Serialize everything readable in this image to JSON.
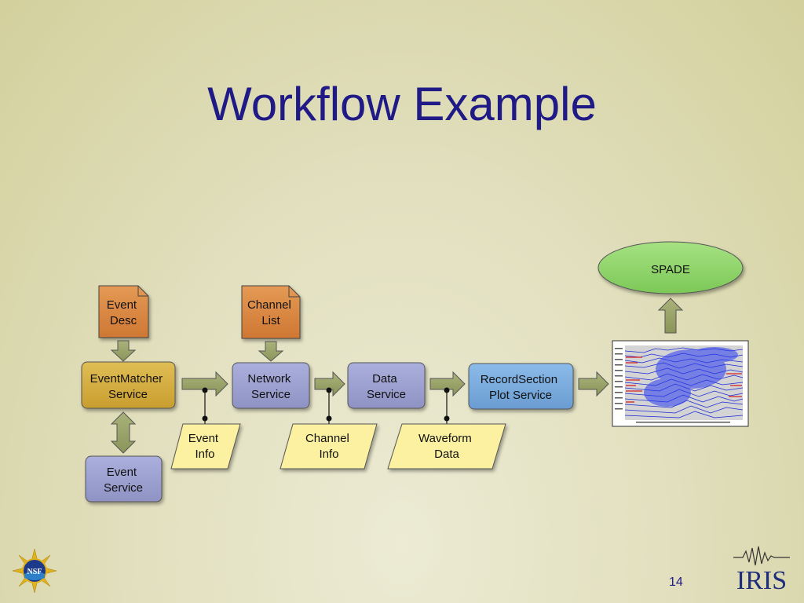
{
  "slide": {
    "title": "Workflow Example",
    "page_number": "14"
  },
  "nodes": {
    "event_desc": [
      "Event",
      "Desc"
    ],
    "channel_list": [
      "Channel",
      "List"
    ],
    "eventmatcher": [
      "EventMatcher",
      "Service"
    ],
    "network": [
      "Network",
      "Service"
    ],
    "data_service": [
      "Data",
      "Service"
    ],
    "recordsection": [
      "RecordSection",
      "Plot Service"
    ],
    "event_service": [
      "Event",
      "Service"
    ],
    "spade": "SPADE",
    "event_info": [
      "Event",
      "Info"
    ],
    "channel_info": [
      "Channel",
      "Info"
    ],
    "waveform_data": [
      "Waveform",
      "Data"
    ]
  },
  "logos": {
    "nsf": "NSF",
    "iris": "IRIS"
  },
  "colors": {
    "title": "#1f1a86",
    "document": "#d9843f",
    "eventmatcher": "#d4ac3e",
    "service": "#9b9fcf",
    "recordsection": "#79a9dc",
    "spade": "#8fd66b",
    "data_parallelogram": "#fbf1a0",
    "arrow": "#9aa46a"
  }
}
